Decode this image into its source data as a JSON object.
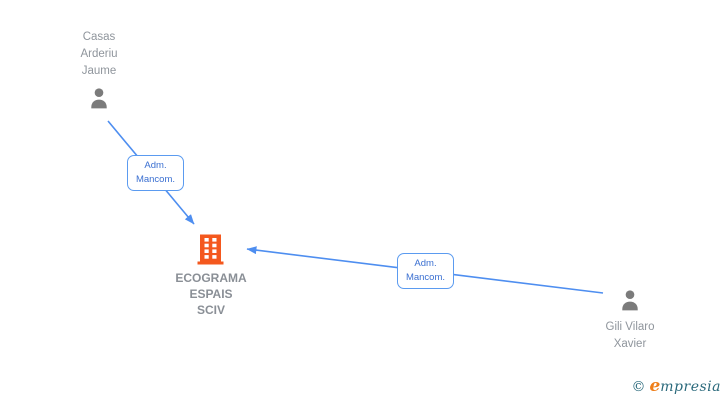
{
  "diagram_title": "Company relationship graph",
  "colors": {
    "edge": "#4e8ef0",
    "edge_label_border": "#5b9bf0",
    "edge_label_text": "#3a6fd1",
    "person_icon": "#7b7b7b",
    "building_icon": "#f4581e",
    "person_name_text": "#8f959c",
    "company_name_text": "#8a8f96",
    "logo_teal": "#2b6a7c",
    "logo_orange": "#ef7f1a"
  },
  "nodes": {
    "person1": {
      "type": "person",
      "name": "Casas Arderiu Jaume",
      "lines": [
        "Casas",
        "Arderiu",
        "Jaume"
      ]
    },
    "company": {
      "type": "company",
      "name": "ECOGRAMA ESPAIS SCIV",
      "lines": [
        "ECOGRAMA",
        "ESPAIS",
        "SCIV"
      ]
    },
    "person2": {
      "type": "person",
      "name": "Gili Vilaro Xavier",
      "lines": [
        "Gili Vilaro",
        "Xavier"
      ]
    }
  },
  "edges": [
    {
      "from": "Casas Arderiu Jaume",
      "to": "ECOGRAMA ESPAIS SCIV",
      "label_lines": [
        "Adm.",
        "Mancom."
      ]
    },
    {
      "from": "Gili Vilaro Xavier",
      "to": "ECOGRAMA ESPAIS SCIV",
      "label_lines": [
        "Adm.",
        "Mancom."
      ]
    }
  ],
  "footer": {
    "copyright_symbol": "©",
    "brand_initial": "e",
    "brand_rest": "mpresia"
  }
}
